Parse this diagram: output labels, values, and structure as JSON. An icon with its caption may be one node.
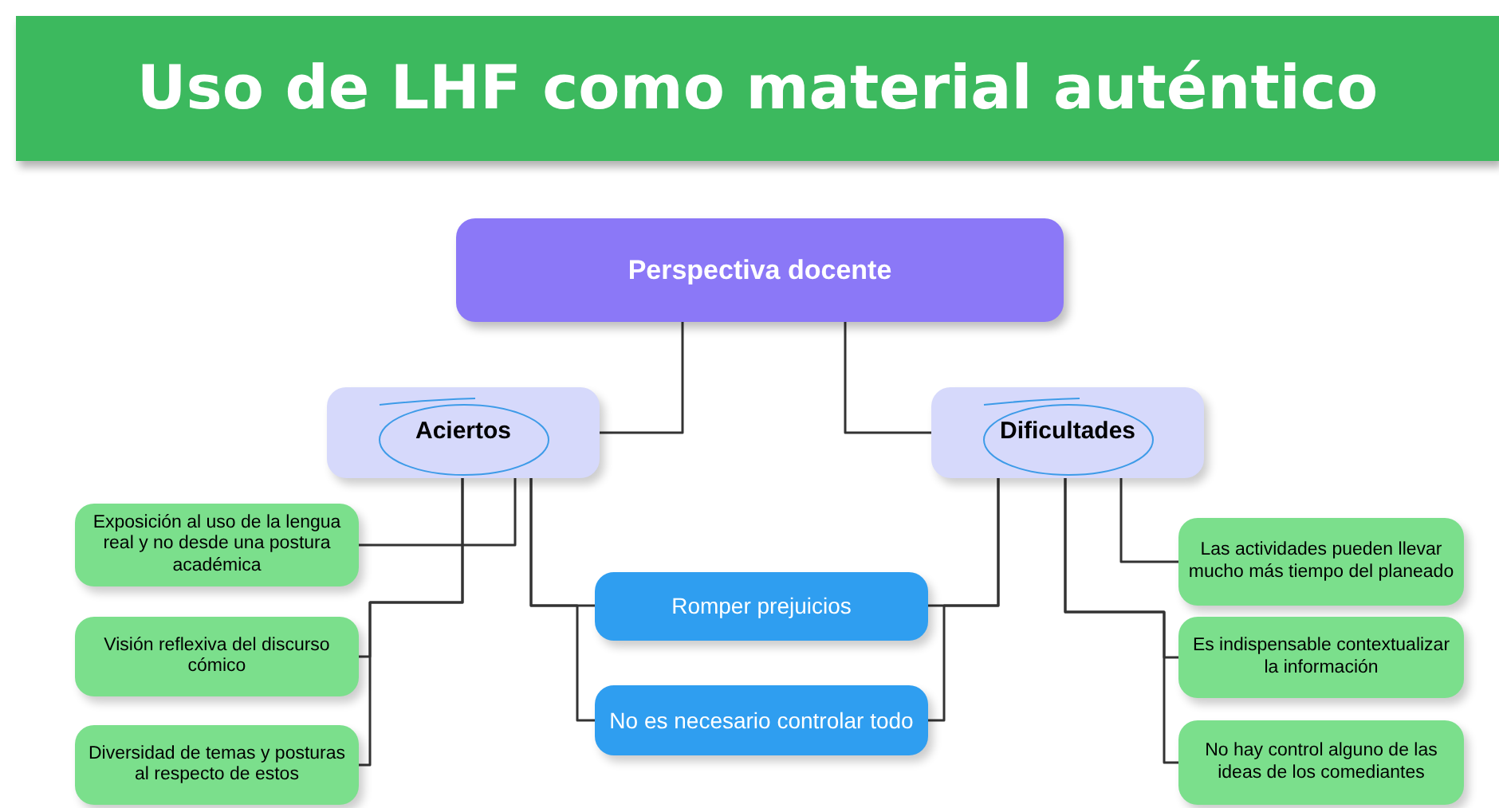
{
  "diagram": {
    "title": "Uso de LHF como material auténtico",
    "nodes": [
      {
        "text": [
          "Perspectiva docente"
        ]
      },
      {
        "text": [
          "Aciertos"
        ]
      },
      {
        "text": [
          "Dificultades"
        ]
      },
      {
        "text": [
          "Exposición al uso de la lengua real y no desde una postura académica"
        ]
      },
      {
        "text": [
          "Visión reflexiva del discurso cómico"
        ]
      },
      {
        "text": [
          "Diversidad de temas y posturas al respecto de estos"
        ]
      },
      {
        "text": [
          "Romper prejuicios"
        ]
      },
      {
        "text": [
          "No es necesario controlar todo"
        ]
      },
      {
        "text": [
          "Las actividades pueden llevar mucho más tiempo del planeado"
        ]
      },
      {
        "text": [
          "Es indispensable contextualizar la información"
        ]
      },
      {
        "text": [
          "No hay control alguno de las ideas de los comediantes"
        ]
      }
    ],
    "edges": [
      {
        "from": 0,
        "to": 1,
        "arrow": "none"
      },
      {
        "from": 0,
        "to": 2,
        "arrow": "none"
      },
      {
        "from": 1,
        "to": 3,
        "arrow": "none"
      },
      {
        "from": 1,
        "to": 4,
        "arrow": "none"
      },
      {
        "from": 1,
        "to": 5,
        "arrow": "none"
      },
      {
        "from": 1,
        "to": 6,
        "arrow": "none"
      },
      {
        "from": 1,
        "to": 7,
        "arrow": "none"
      },
      {
        "from": 2,
        "to": 8,
        "arrow": "none"
      },
      {
        "from": 2,
        "to": 9,
        "arrow": "none"
      },
      {
        "from": 2,
        "to": 10,
        "arrow": "none"
      },
      {
        "from": 2,
        "to": 6,
        "arrow": "none"
      },
      {
        "from": 2,
        "to": 7,
        "arrow": "none"
      }
    ]
  }
}
